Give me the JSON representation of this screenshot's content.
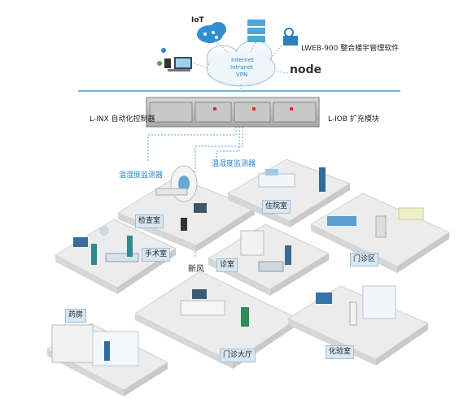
{
  "network": {
    "cloud_lines": [
      "Internet",
      "Intranet",
      "VPN"
    ],
    "iot_label": "IoT",
    "software_label": "LWEB-900 整合楼宇管理软件",
    "node_logo": "node"
  },
  "controllers": {
    "left_label": "L-INX 自动化控制器",
    "right_label": "L-IOB 扩充模块"
  },
  "sensors": {
    "left": "温湿度监测器",
    "right": "温湿度监测器"
  },
  "rooms": {
    "exam": "检查室",
    "ward": "住院室",
    "operating": "手术室",
    "fresh_air": "新风",
    "consult": "诊室",
    "clinic": "门诊区",
    "pharmacy": "药房",
    "lobby": "门诊大厅",
    "lab": "化验室"
  },
  "colors": {
    "accent": "#2a87c9",
    "floor": "#ececec",
    "wall": "#dcdcdc",
    "tag_bg": "#d7e7f3"
  }
}
